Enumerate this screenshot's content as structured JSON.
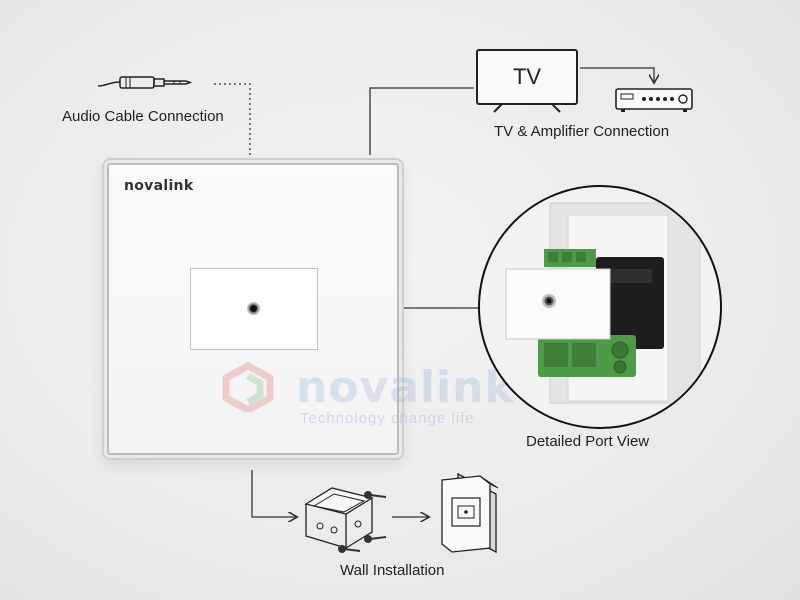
{
  "cable": {
    "label": "Audio Cable Connection",
    "icon": "audio-jack-cable-icon"
  },
  "tv": {
    "screen_text": "TV",
    "label": "TV & Amplifier Connection",
    "icons": [
      "tv-icon",
      "amplifier-icon"
    ]
  },
  "plate": {
    "brand": "novalink",
    "port_icon": "audio-jack-port-icon"
  },
  "watermark": {
    "name": "novalink",
    "tagline": "Technology change life"
  },
  "detail": {
    "label": "Detailed Port View"
  },
  "installation": {
    "label": "Wall Installation",
    "icons": [
      "wall-box-icon",
      "screw-icon",
      "installed-panel-icon"
    ]
  },
  "colors": {
    "line": "#333333",
    "terminal_green": "#4f9a47",
    "watermark": "#a8c0e2"
  }
}
